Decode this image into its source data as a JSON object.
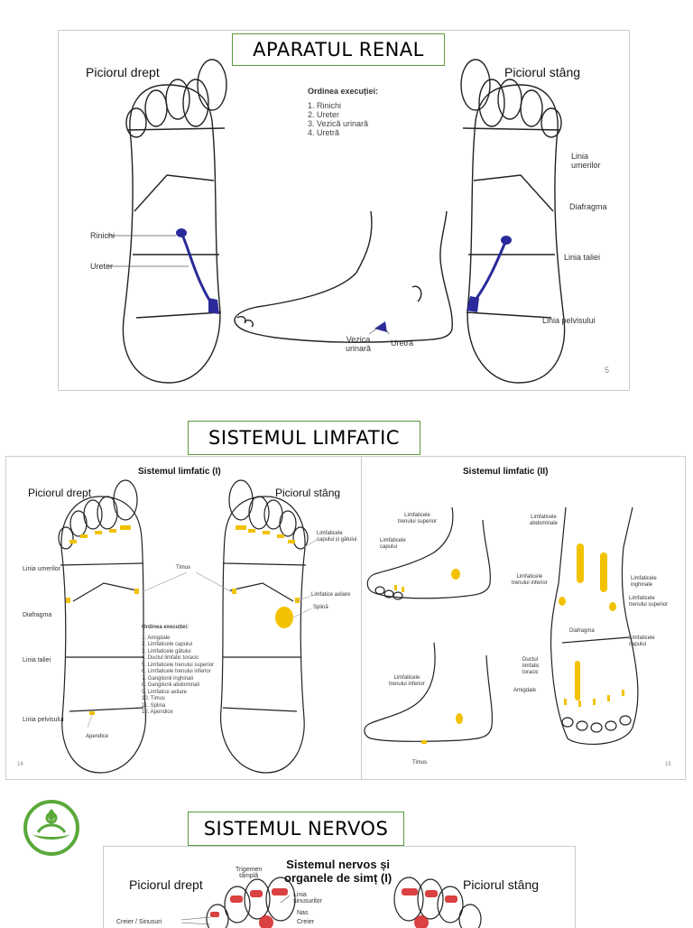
{
  "sections": {
    "renal": {
      "title": "APARATUL RENAL",
      "right_foot": "Piciorul drept",
      "left_foot": "Piciorul stâng",
      "order_title": "Ordinea execuției:",
      "order": [
        "1. Rinichi",
        "2. Ureter",
        "3. Vezică urinară",
        "4. Uretră"
      ],
      "labels": {
        "rinichi": "Rinichi",
        "ureter": "Ureter",
        "linia_umerilor_1": "Linia",
        "linia_umerilor_2": "umerilor",
        "diafragma": "Diafragma",
        "linia_taliei": "Linia taliei",
        "linia_pelvisului": "Linia pelvisului",
        "vezica_1": "Vezica",
        "vezica_2": "urinară",
        "uretra": "Uretră"
      },
      "page_number": "5"
    },
    "limfatic": {
      "title": "SISTEMUL LIMFATIC",
      "left_panel": {
        "heading": "Sistemul limfatic (I)",
        "right_foot": "Piciorul drept",
        "left_foot": "Piciorul stâng",
        "labels": {
          "linia_umerilor": "Linia umerilor",
          "diafragma": "Diafragma",
          "linia_taliei": "Linia taliei",
          "linia_pelvisului": "Linia pelvisului",
          "apendice": "Apendice",
          "timus": "Timus",
          "limf_cap_1": "Limfaticele",
          "limf_cap_2": "capului și gâtului",
          "limf_axilare": "Limfatice axilare",
          "splina": "Splină"
        },
        "order_title": "Ordinea execuției:",
        "order": [
          "1. Amigdale",
          "2. Limfaticele capului",
          "3. Limfaticele gâtului",
          "4. Ductul limfatic toracic",
          "5. Limfaticele trenului superior",
          "6. Limfaticele trenului inferior",
          "7. Ganglionii inghinali",
          "8. Ganglionii abdominali",
          "9. Limfatice axilare",
          "10. Timus",
          "11. Splina",
          "12. Apendice"
        ],
        "page_number": "14"
      },
      "right_panel": {
        "heading": "Sistemul limfatic (II)",
        "labels": {
          "tren_sup_1": "Limfaticele",
          "tren_sup_2": "trenului superior",
          "capului_1": "Limfaticele",
          "capului_2": "capului",
          "tren_inf_1": "Limfaticele",
          "tren_inf_2": "trenului inferior",
          "timus": "Timus",
          "abdominale_1": "Limfaticele",
          "abdominale_2": "abdominale",
          "inghinale_1": "Limfaticele",
          "inghinale_2": "inghinale",
          "tren_inf_b_1": "Limfaticele",
          "tren_inf_b_2": "trenului inferior",
          "tren_sup_b_1": "Limfaticele",
          "tren_sup_b_2": "trenului superior",
          "diafragma": "Diafragma",
          "ductul_1": "Ductul",
          "ductul_2": "limfatic",
          "ductul_3": "toracic",
          "amigdale": "Amigdale",
          "capului_b_1": "Limfaticele",
          "capului_b_2": "capului"
        },
        "page_number": "15"
      }
    },
    "nervos": {
      "title": "SISTEMUL NERVOS",
      "heading_1": "Sistemul nervos și",
      "heading_2": "organele de simț (I)",
      "right_foot": "Piciorul drept",
      "left_foot": "Piciorul stâng",
      "labels": {
        "trigemen_1": "Trigemen",
        "trigemen_2": "tâmplă",
        "linia_1": "Linia",
        "linia_2": "sinusurilor",
        "nas": "Nas",
        "creier": "Creier",
        "creier_sinusuri": "Creier / Sinusuri"
      }
    }
  },
  "colors": {
    "green_border": "#5a9a3a",
    "renal_blue": "#2a2a9a",
    "lymph_yellow": "#f2c200",
    "nerve_red": "#d42020",
    "logo_green": "#5aa83a"
  },
  "icons": {
    "logo": "lotus-meditation-logo-icon"
  }
}
